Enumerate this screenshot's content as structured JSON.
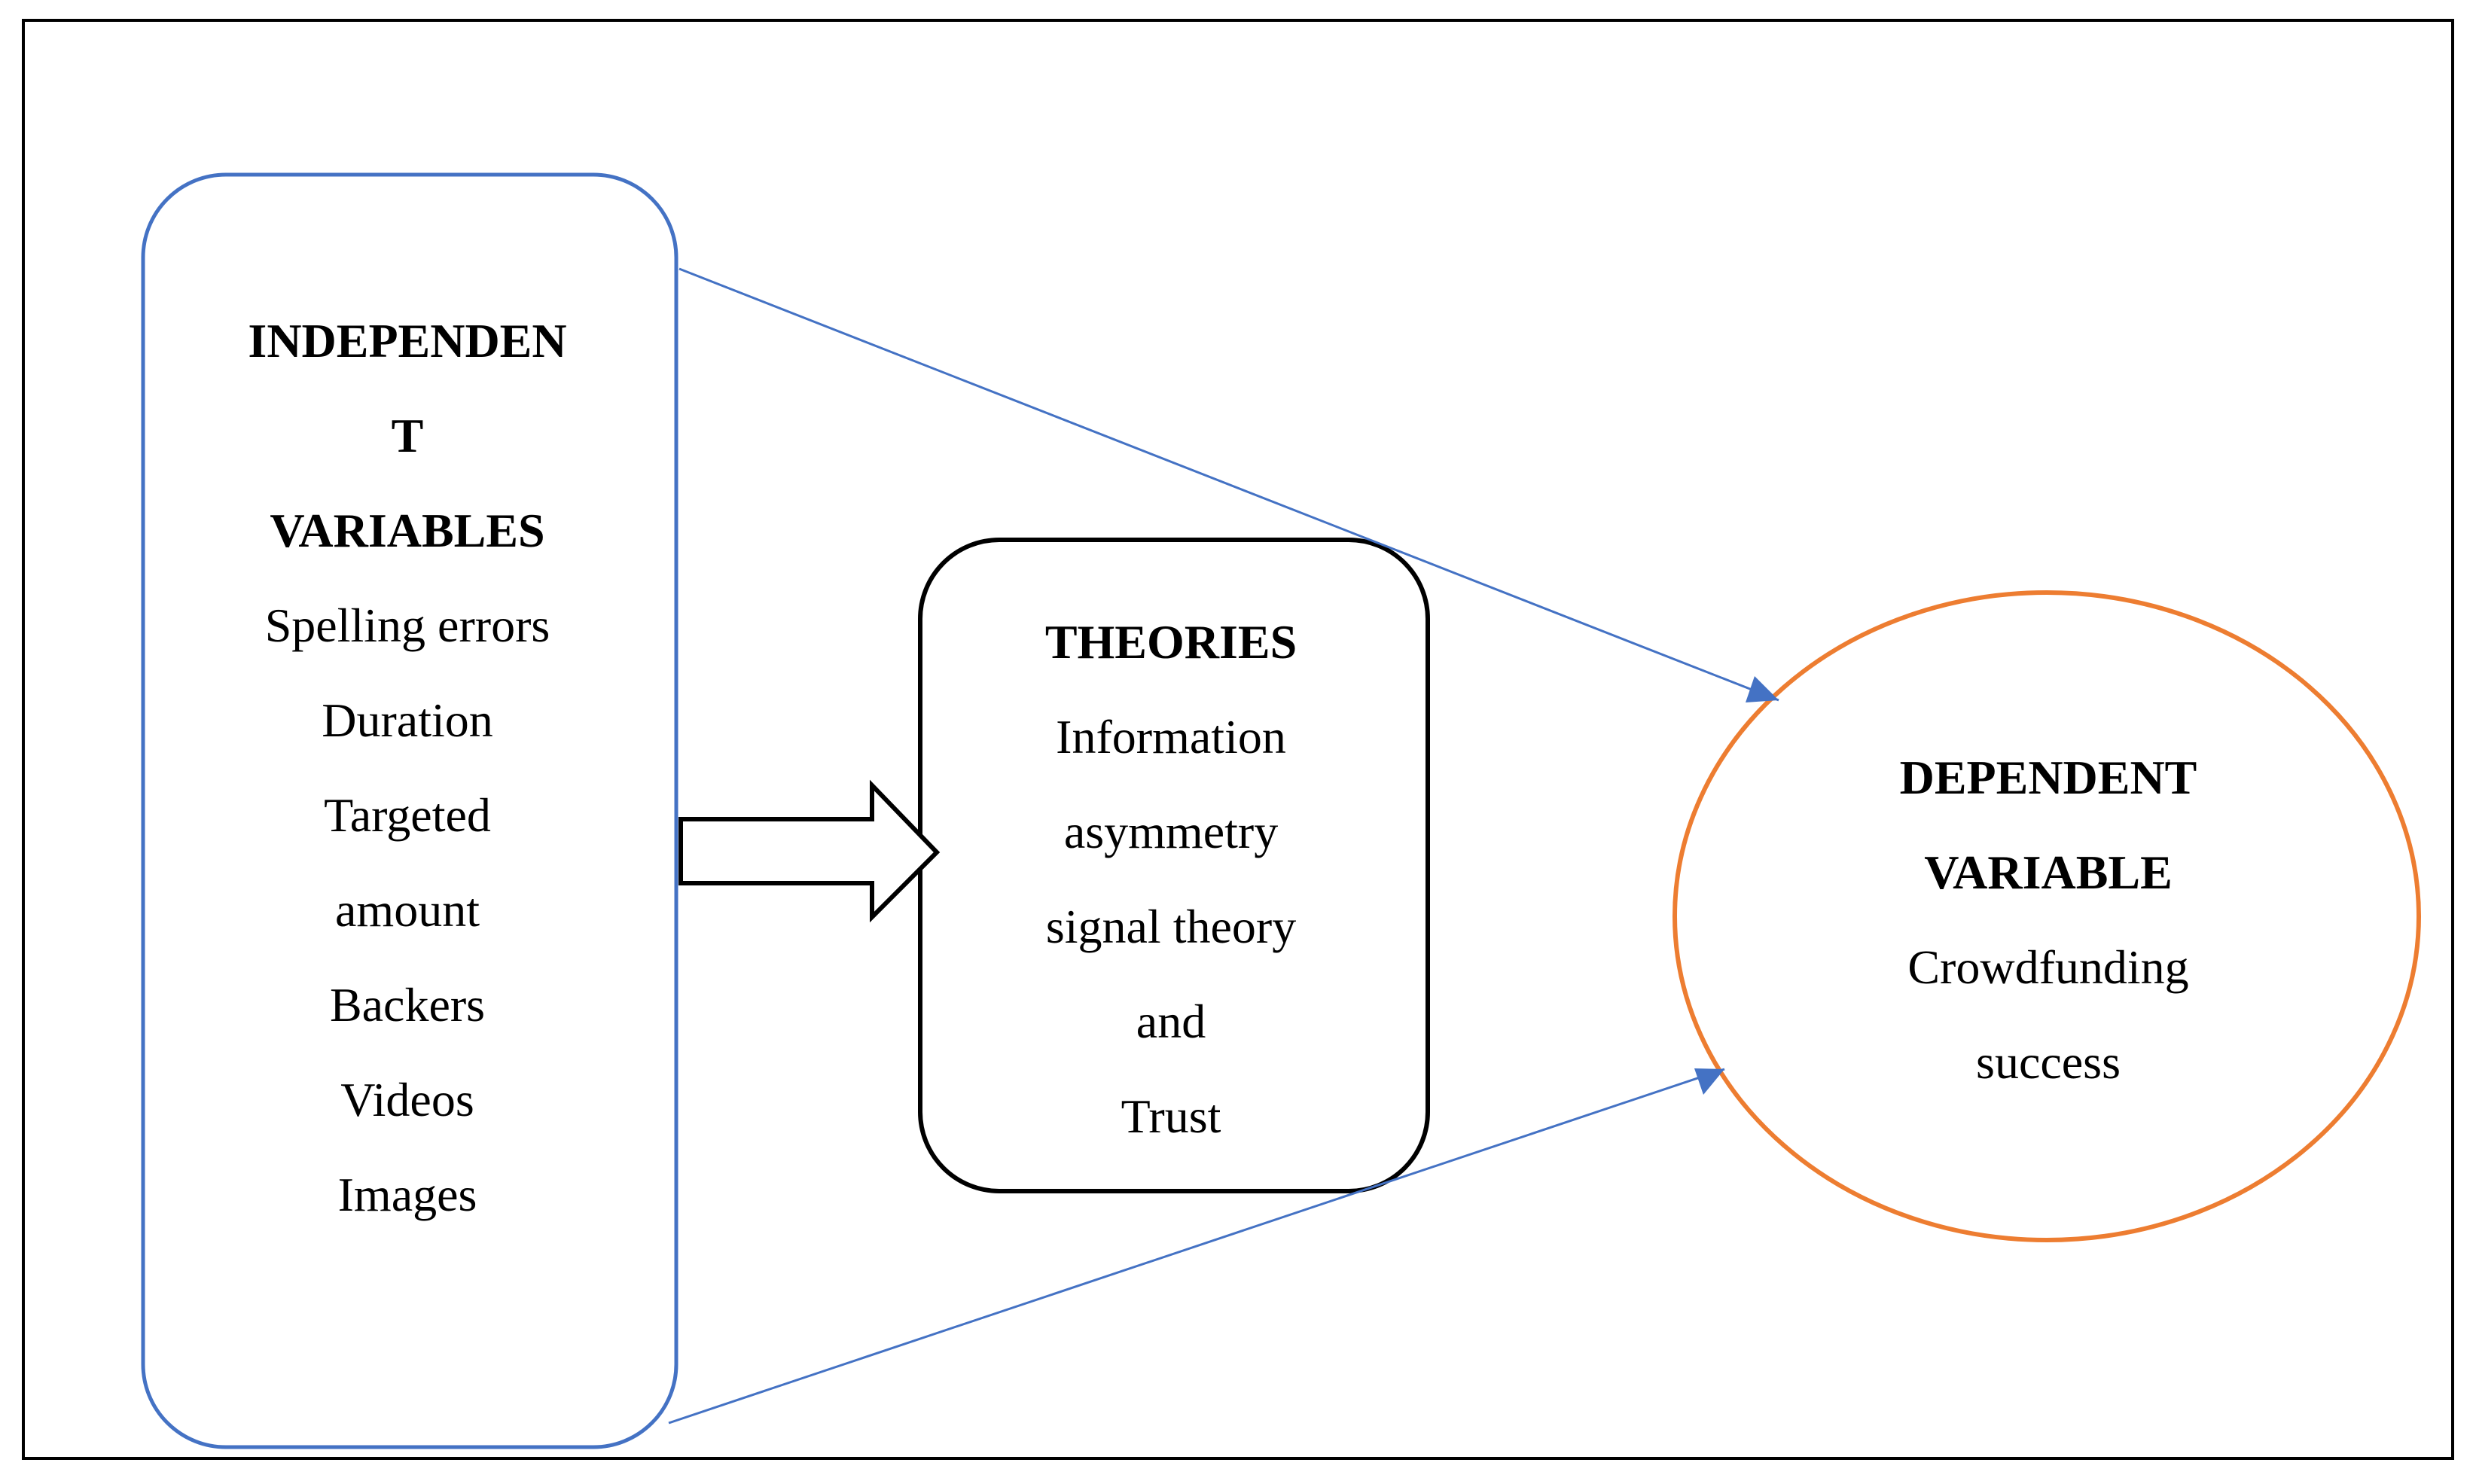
{
  "independent": {
    "heading_lines": [
      "INDEPENDEN",
      "T",
      "VARIABLES"
    ],
    "items": [
      "Spelling errors",
      "Duration",
      "Targeted",
      "amount",
      "Backers",
      "Videos",
      "Images"
    ]
  },
  "theories": {
    "heading": "THEORIES",
    "items": [
      "Information",
      "asymmetry",
      "signal theory",
      "and",
      "Trust"
    ]
  },
  "dependent": {
    "heading_lines": [
      "DEPENDENT",
      "VARIABLE"
    ],
    "items": [
      "Crowdfunding",
      "success"
    ]
  },
  "colors": {
    "independent_border": "#4472C4",
    "theories_border": "#000000",
    "dependent_border": "#ED7D31",
    "arrow_line": "#4472C4"
  }
}
